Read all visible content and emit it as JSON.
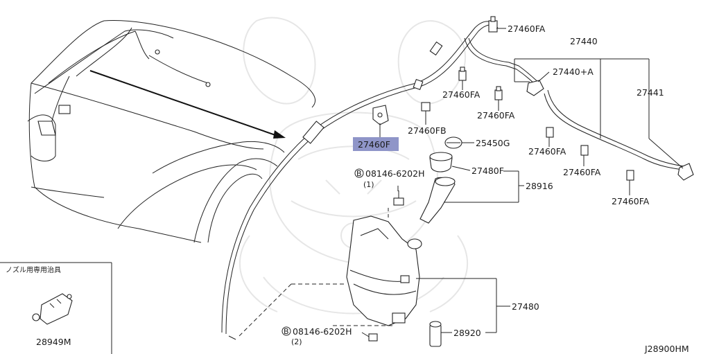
{
  "labels": {
    "p27460FA_top": "27460FA",
    "p27440": "27440",
    "p27440A": "27440+A",
    "p27441": "27441",
    "p27460FA_a": "27460FA",
    "p27460FA_b": "27460FA",
    "p27460FB": "27460FB",
    "p27460F": "27460F",
    "p25450G": "25450G",
    "p27460FA_c": "27460FA",
    "p27460FA_d": "27460FA",
    "p27460FA_e": "27460FA",
    "p27480F": "27480F",
    "bolt1_num": "08146-6202H",
    "bolt1_qty": "(1)",
    "p28916": "28916",
    "p27480": "27480",
    "p28920": "28920",
    "bolt2_num": "08146-6202H",
    "bolt2_qty": "(2)",
    "tool_title": "ノズル用専用治具",
    "p28949M": "28949M",
    "diagram_id": "J28900HM",
    "bolt_prefix": "B"
  },
  "colors": {
    "highlight": "#8f95c8",
    "line": "#222222"
  }
}
